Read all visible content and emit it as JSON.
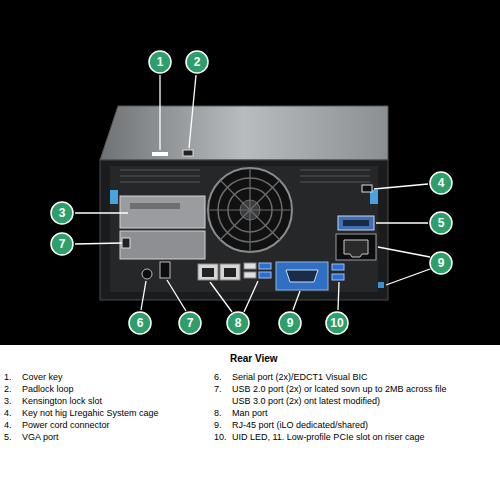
{
  "diagram": {
    "title": "Rear View",
    "nodes": [
      {
        "text": [
          "1"
        ]
      },
      {
        "text": [
          "2"
        ]
      },
      {
        "text": [
          "3"
        ]
      },
      {
        "text": [
          "7"
        ]
      },
      {
        "text": [
          "4"
        ]
      },
      {
        "text": [
          "5"
        ]
      },
      {
        "text": [
          "9"
        ]
      },
      {
        "text": [
          "6"
        ]
      },
      {
        "text": [
          "7"
        ]
      },
      {
        "text": [
          "8"
        ]
      },
      {
        "text": [
          "9"
        ]
      },
      {
        "text": [
          "10"
        ]
      }
    ],
    "labels": [
      "1.",
      "Cover key",
      "2.",
      "Padlock loop",
      "3.",
      "Kensington lock slot",
      "4.",
      "Key not hig Lregahic System cage",
      "4.",
      "Power cord connector",
      "5.",
      "VGA port",
      "6.",
      "Serial port (2x)/EDCT1 Visual BIC",
      "7.",
      "USB 2.0 port (2x) or lcated sovn up to 2MB across file",
      "USB 3.0 port (2x) ont latest modified)",
      "8.",
      "Man port",
      "9.",
      "RJ-45 port (iLO dedicated/shared)",
      "10.",
      "UID LED, 11. Low-profile PCIe slot on riser cage"
    ]
  }
}
